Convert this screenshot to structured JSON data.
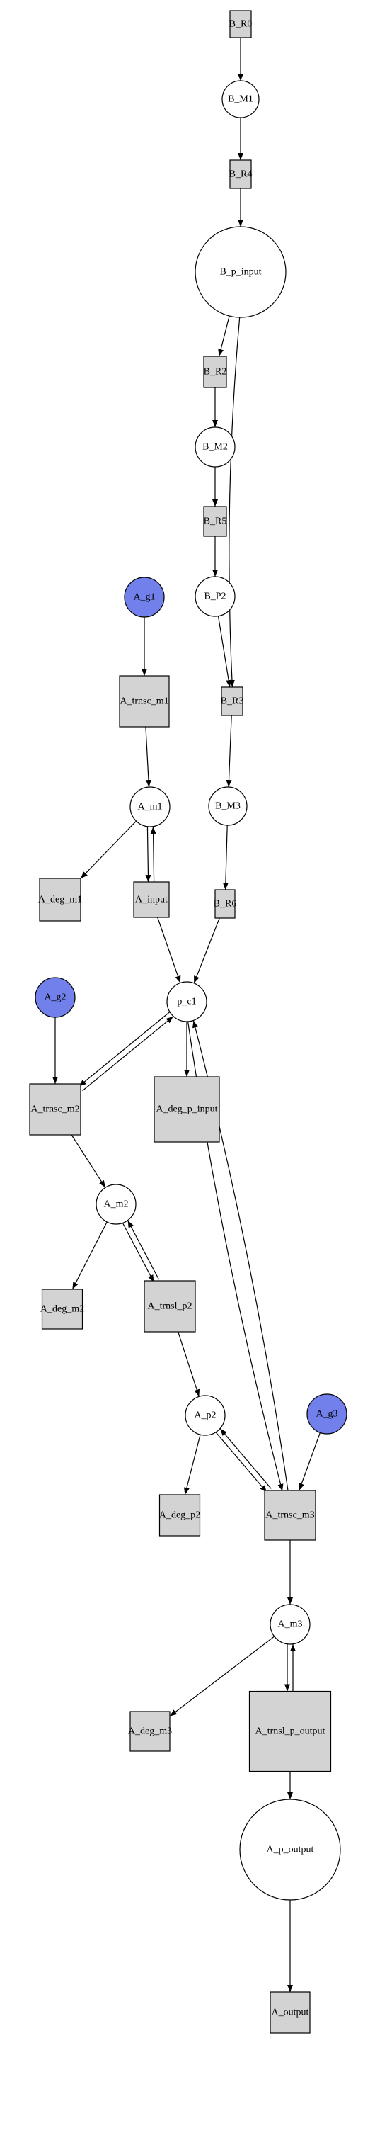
{
  "colors": {
    "gene": "#7180ea",
    "box": "#d3d3d3",
    "circle": "#ffffff",
    "line": "#000000"
  },
  "nodes": [
    {
      "id": "B_R0",
      "label": "B_R0"
    },
    {
      "id": "B_M1",
      "label": "B_M1"
    },
    {
      "id": "B_R4",
      "label": "B_R4"
    },
    {
      "id": "B_p_input",
      "label": "B_p_input"
    },
    {
      "id": "B_R2",
      "label": "B_R2"
    },
    {
      "id": "B_M2",
      "label": "B_M2"
    },
    {
      "id": "B_R5",
      "label": "B_R5"
    },
    {
      "id": "B_P2",
      "label": "B_P2"
    },
    {
      "id": "B_R3",
      "label": "B_R3"
    },
    {
      "id": "B_M3",
      "label": "B_M3"
    },
    {
      "id": "B_R6",
      "label": "B_R6"
    },
    {
      "id": "A_g1",
      "label": "A_g1"
    },
    {
      "id": "A_trnsc_m1",
      "label": "A_trnsc_m1"
    },
    {
      "id": "A_m1",
      "label": "A_m1"
    },
    {
      "id": "A_deg_m1",
      "label": "A_deg_m1"
    },
    {
      "id": "A_input",
      "label": "A_input"
    },
    {
      "id": "p_c1",
      "label": "p_c1"
    },
    {
      "id": "A_g2",
      "label": "A_g2"
    },
    {
      "id": "A_trnsc_m2",
      "label": "A_trnsc_m2"
    },
    {
      "id": "A_deg_p_input",
      "label": "A_deg_p_input"
    },
    {
      "id": "A_m2",
      "label": "A_m2"
    },
    {
      "id": "A_deg_m2",
      "label": "A_deg_m2"
    },
    {
      "id": "A_trnsl_p2",
      "label": "A_trnsl_p2"
    },
    {
      "id": "A_p2",
      "label": "A_p2"
    },
    {
      "id": "A_g3",
      "label": "A_g3"
    },
    {
      "id": "A_deg_p2",
      "label": "A_deg_p2"
    },
    {
      "id": "A_trnsc_m3",
      "label": "A_trnsc_m3"
    },
    {
      "id": "A_m3",
      "label": "A_m3"
    },
    {
      "id": "A_deg_m3",
      "label": "A_deg_m3"
    },
    {
      "id": "A_trnsl_p_output",
      "label": "A_trnsl_p_output"
    },
    {
      "id": "A_p_output",
      "label": "A_p_output"
    },
    {
      "id": "A_output",
      "label": "A_output"
    }
  ],
  "edges": [
    {
      "from": "B_R0",
      "to": "B_M1"
    },
    {
      "from": "B_M1",
      "to": "B_R4"
    },
    {
      "from": "B_R4",
      "to": "B_p_input"
    },
    {
      "from": "B_p_input",
      "to": "B_R2"
    },
    {
      "from": "B_p_input",
      "to": "B_R3"
    },
    {
      "from": "B_R2",
      "to": "B_M2"
    },
    {
      "from": "B_M2",
      "to": "B_R5"
    },
    {
      "from": "B_R5",
      "to": "B_P2"
    },
    {
      "from": "B_P2",
      "to": "B_R3"
    },
    {
      "from": "B_R3",
      "to": "B_M3"
    },
    {
      "from": "B_M3",
      "to": "B_R6"
    },
    {
      "from": "B_R6",
      "to": "p_c1"
    },
    {
      "from": "A_g1",
      "to": "A_trnsc_m1"
    },
    {
      "from": "A_trnsc_m1",
      "to": "A_m1"
    },
    {
      "from": "A_m1",
      "to": "A_deg_m1"
    },
    {
      "from": "A_m1",
      "to": "A_input"
    },
    {
      "from": "A_input",
      "to": "A_m1"
    },
    {
      "from": "A_input",
      "to": "p_c1"
    },
    {
      "from": "A_g2",
      "to": "A_trnsc_m2"
    },
    {
      "from": "p_c1",
      "to": "A_trnsc_m2"
    },
    {
      "from": "A_trnsc_m2",
      "to": "p_c1"
    },
    {
      "from": "p_c1",
      "to": "A_deg_p_input"
    },
    {
      "from": "p_c1",
      "to": "A_trnsc_m3"
    },
    {
      "from": "A_trnsc_m3",
      "to": "p_c1"
    },
    {
      "from": "A_trnsc_m2",
      "to": "A_m2"
    },
    {
      "from": "A_m2",
      "to": "A_deg_m2"
    },
    {
      "from": "A_m2",
      "to": "A_trnsl_p2"
    },
    {
      "from": "A_trnsl_p2",
      "to": "A_m2"
    },
    {
      "from": "A_trnsl_p2",
      "to": "A_p2"
    },
    {
      "from": "A_p2",
      "to": "A_deg_p2"
    },
    {
      "from": "A_p2",
      "to": "A_trnsc_m3"
    },
    {
      "from": "A_trnsc_m3",
      "to": "A_p2"
    },
    {
      "from": "A_g3",
      "to": "A_trnsc_m3"
    },
    {
      "from": "A_trnsc_m3",
      "to": "A_m3"
    },
    {
      "from": "A_m3",
      "to": "A_deg_m3"
    },
    {
      "from": "A_m3",
      "to": "A_trnsl_p_output"
    },
    {
      "from": "A_trnsl_p_output",
      "to": "A_m3"
    },
    {
      "from": "A_trnsl_p_output",
      "to": "A_p_output"
    },
    {
      "from": "A_p_output",
      "to": "A_output"
    }
  ]
}
